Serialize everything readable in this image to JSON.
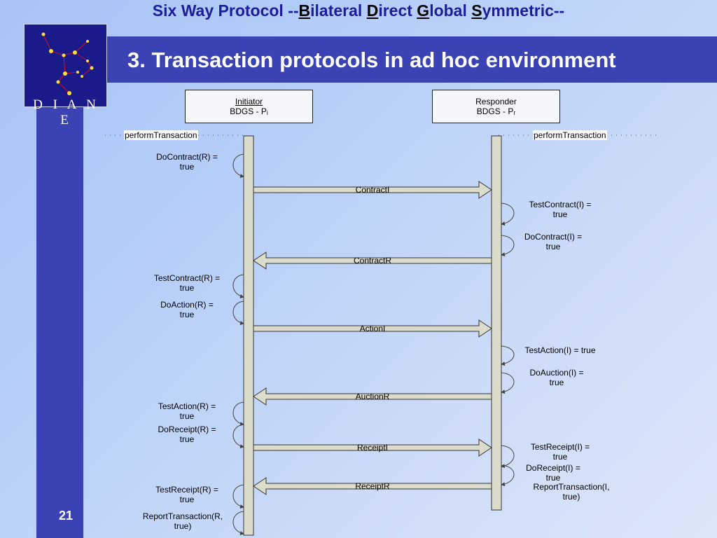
{
  "header": {
    "title_parts": [
      "Six Way Protocol --",
      "B",
      "ilateral ",
      "D",
      "irect ",
      "G",
      "lobal ",
      "S",
      "ymmetric--"
    ],
    "slide_title": "3. Transaction protocols in ad hoc environment"
  },
  "logo": {
    "text": "D I A N E"
  },
  "page_number": "21",
  "colors": {
    "banner": "#3a42b4",
    "header_text": "#1d1c9a",
    "lifeline": "#dcdccc"
  },
  "diagram": {
    "initiator": {
      "title": "Initiator",
      "subtitle": "BDGS - Pᵢ"
    },
    "responder": {
      "title": "Responder",
      "subtitle": "BDGS - Pᵣ"
    },
    "perform_left": "performTransaction",
    "perform_right": "performTransaction",
    "messages": [
      "ContractI",
      "ContractR",
      "ActionI",
      "AuctionR",
      "ReceiptI",
      "ReceiptR"
    ],
    "left_labels": [
      "DoContract(R) =\ntrue",
      "TestContract(R) =\ntrue",
      "DoAction(R) =\ntrue",
      "TestAction(R) =\ntrue",
      "DoReceipt(R) =\ntrue",
      "TestReceipt(R) =\ntrue",
      "ReportTransaction(R,\ntrue)"
    ],
    "right_labels": [
      "TestContract(I) =\ntrue",
      "DoContract(I) =\ntrue",
      "TestAction(I) = true",
      "DoAuction(I) =\ntrue",
      "TestReceipt(I) =\ntrue",
      "DoReceipt(I) =\ntrue",
      "ReportTransaction(I,\ntrue)"
    ]
  }
}
